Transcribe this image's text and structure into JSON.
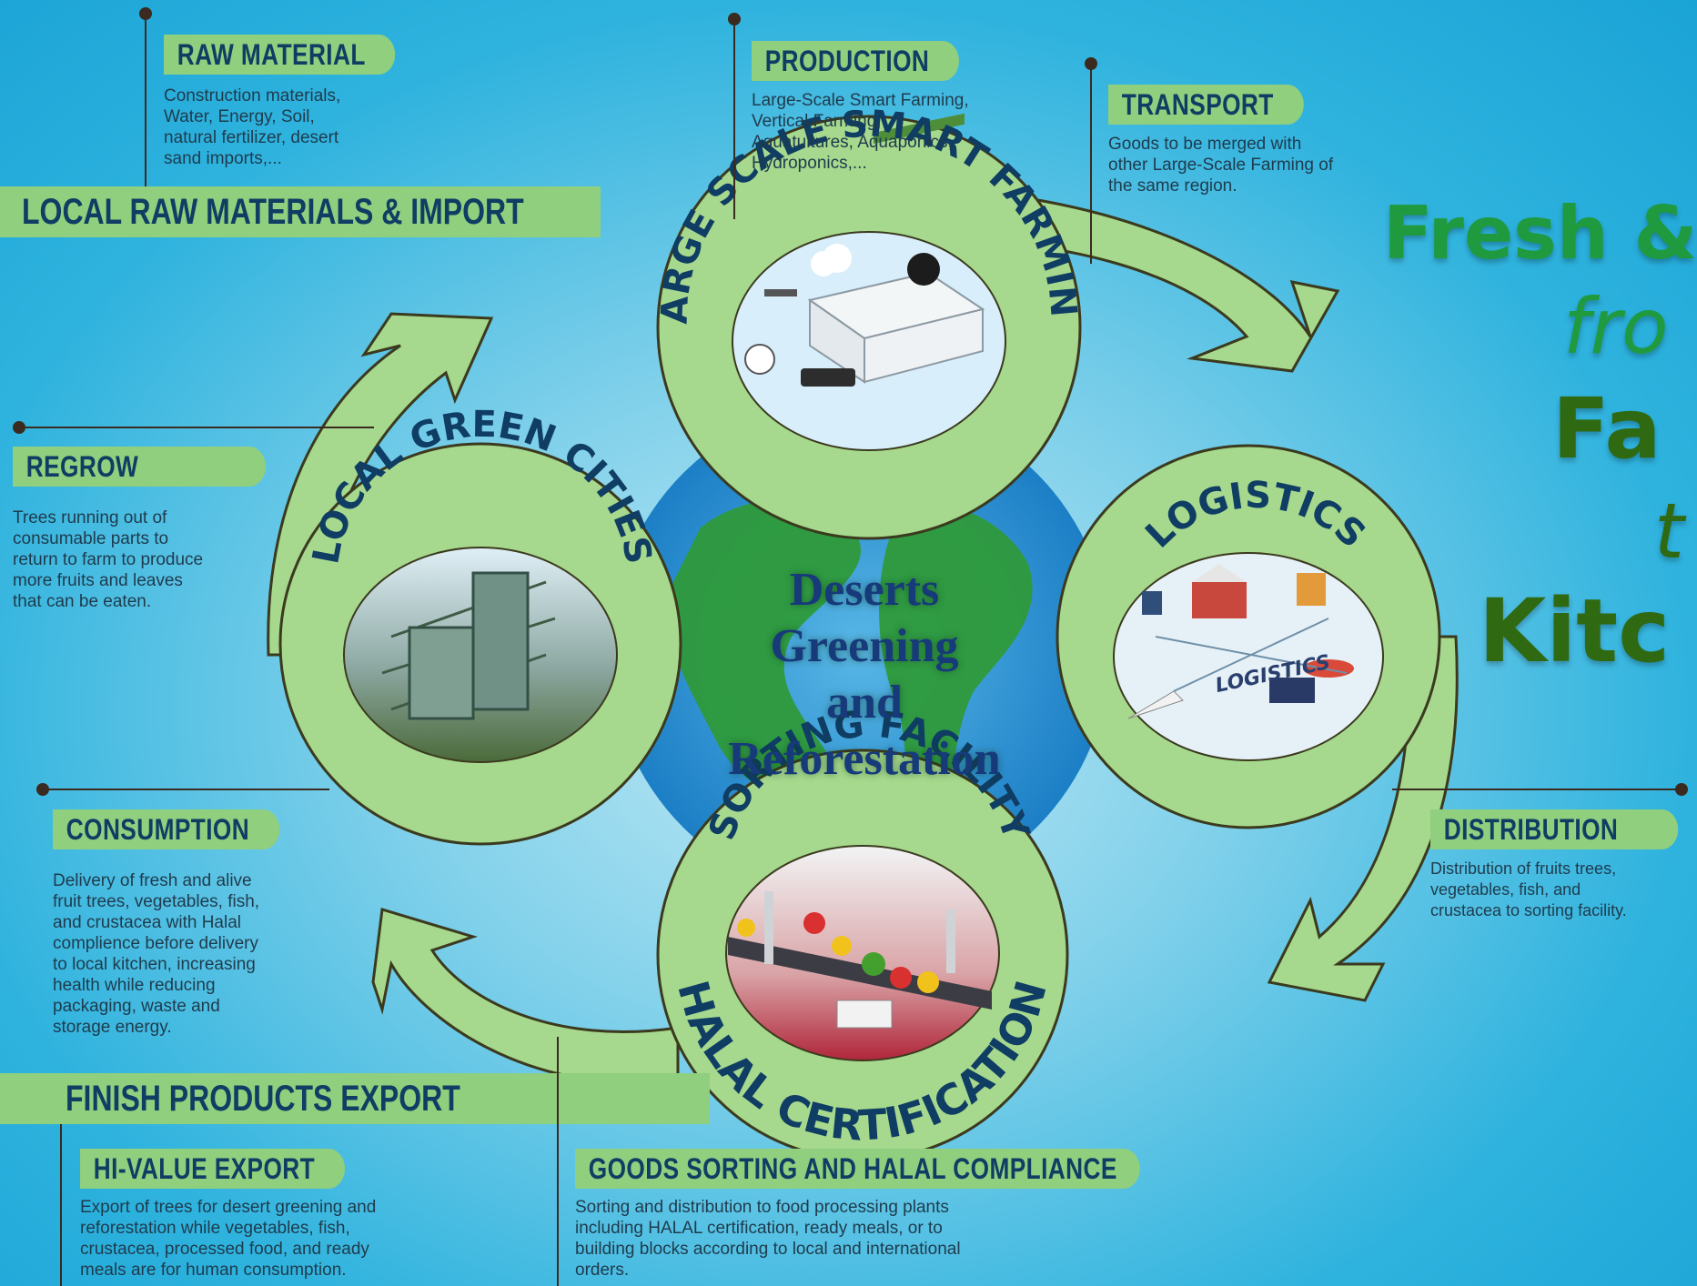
{
  "title": {
    "line1": "Fresh &",
    "line2": "fro",
    "line3": "Fa",
    "line4": "t",
    "line5": "Kitc"
  },
  "colors": {
    "green_band": "#8fcf7e",
    "navy_text": "#0f3d63",
    "ring_fill": "#a6d88d",
    "ring_stroke": "#3b3a1e",
    "title_green": "#1f9a3e",
    "title_dark": "#2f6a12"
  },
  "center_text": [
    "Deserts",
    "Greening",
    "and",
    "Reforestation"
  ],
  "bands": {
    "top": "LOCAL RAW MATERIALS & IMPORT",
    "bottom": "FINISH PRODUCTS EXPORT"
  },
  "nodes": {
    "top": {
      "label": "LARGE SCALE SMART FARMING",
      "icon": "smart-farm-illustration"
    },
    "left": {
      "label": "LOCAL GREEN CITIES",
      "icon": "green-city-illustration"
    },
    "right": {
      "label": "LOGISTICS",
      "icon": "logistics-illustration"
    },
    "bottom": {
      "label_top": "SORTING FACILITY",
      "label_bottom": "HALAL CERTIFICATION",
      "icon": "sorting-robot-illustration"
    }
  },
  "sections": {
    "raw_material": {
      "heading": "RAW MATERIAL",
      "lines": [
        "Construction materials,",
        "Water, Energy, Soil,",
        "natural fertilizer, desert",
        "sand imports,..."
      ]
    },
    "production": {
      "heading": "PRODUCTION",
      "lines": [
        "Large-Scale Smart Farming,",
        "Vertical Farming,",
        "Aquatultures, Aquaponics,",
        "Hydroponics,..."
      ]
    },
    "transport": {
      "heading": "TRANSPORT",
      "lines": [
        "Goods to be merged with",
        "other Large-Scale Farming of",
        "the same region."
      ]
    },
    "regrow": {
      "heading": "REGROW",
      "lines": [
        "Trees running out of",
        "consumable parts to",
        "return  to farm to produce",
        "more fruits and leaves",
        "that can be eaten."
      ]
    },
    "consumption": {
      "heading": "CONSUMPTION",
      "lines": [
        "Delivery of fresh and alive",
        "fruit trees, vegetables, fish,",
        "and crustacea with Halal",
        "complience before delivery",
        "to local kitchen, increasing",
        "health while reducing",
        "packaging, waste and",
        "storage energy."
      ]
    },
    "distribution": {
      "heading": "DISTRIBUTION",
      "lines": [
        "Distribution of  fruits trees,",
        "vegetables, fish, and",
        "crustacea to sorting facility."
      ]
    },
    "hi_value_export": {
      "heading": "HI-VALUE EXPORT",
      "lines": [
        "Export of trees for desert greening and",
        "reforestation while vegetables, fish,",
        "crustacea, processed food, and ready",
        "meals are for human consumption."
      ]
    },
    "goods_sorting": {
      "heading": "GOODS SORTING AND HALAL COMPLIANCE",
      "lines": [
        "Sorting and distribution to food processing plants",
        "including HALAL certification, ready meals, or to",
        "building blocks according to local and international",
        "orders."
      ]
    }
  }
}
